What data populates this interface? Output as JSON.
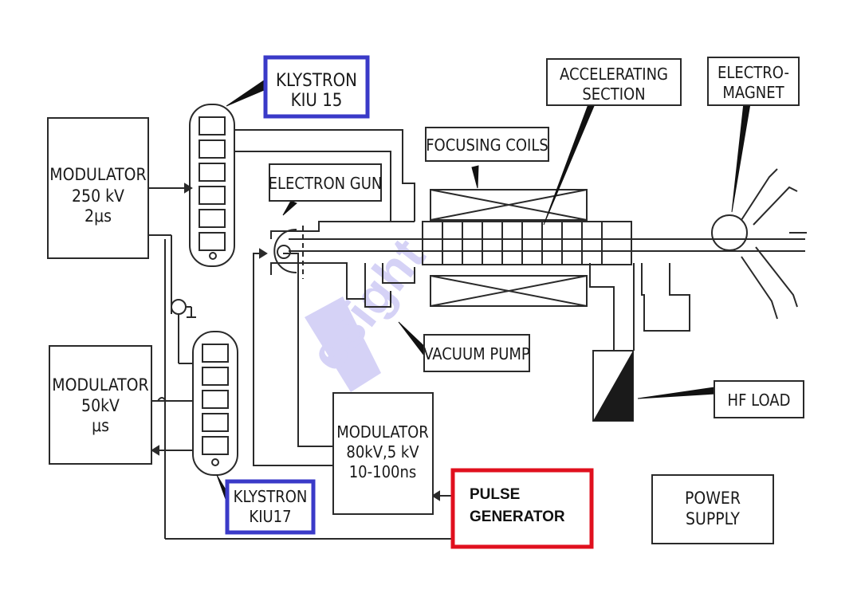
{
  "labels": {
    "klystron_top": [
      "KLYSTRON",
      "KIU 15"
    ],
    "modulator_250": [
      "MODULATOR",
      "250 kV",
      "2μs"
    ],
    "modulator_50": [
      "MODULATOR",
      "50kV",
      "μs"
    ],
    "electron_gun": [
      "ELECTRON GUN"
    ],
    "focusing_coils": [
      "FOCUSING COILS"
    ],
    "accelerating_section": [
      "ACCELERATING",
      "SECTION"
    ],
    "electromagnet": [
      "ELECTRO-",
      "MAGNET"
    ],
    "vacuum_pump": [
      "VACUUM PUMP"
    ],
    "hf_load": [
      "HF LOAD"
    ],
    "modulator_80": [
      "MODULATOR",
      "80kV,5 kV",
      "10-100ns"
    ],
    "klystron_bottom": [
      "KLYSTRON",
      "KIU17"
    ],
    "pulse_generator": [
      "PULSE",
      "GENERATOR"
    ],
    "power_supply": [
      "POWER",
      "SUPPLY"
    ]
  },
  "highlight_colors": {
    "klystron_boxes": "#3a3ac8",
    "pulse_generator_box": "#e0101e"
  }
}
